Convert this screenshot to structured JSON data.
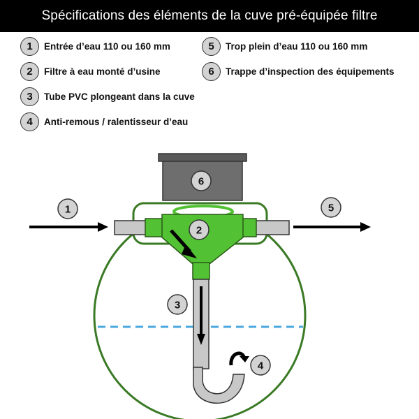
{
  "title": "Spécifications des éléments de la cuve pré-équipée filtre",
  "legend": [
    {
      "num": "1",
      "label": "Entrée d’eau 110 ou 160 mm"
    },
    {
      "num": "2",
      "label": "Filtre à eau monté d’usine"
    },
    {
      "num": "3",
      "label": "Tube PVC plongeant dans la cuve"
    },
    {
      "num": "4",
      "label": "Anti-remous / ralentisseur d’eau"
    },
    {
      "num": "5",
      "label": "Trop plein d’eau 110 ou 160 mm"
    },
    {
      "num": "6",
      "label": "Trappe d’inspection des équipements"
    }
  ],
  "diagram_labels": {
    "inlet": "1",
    "filter": "2",
    "tube": "3",
    "anti_swirl": "4",
    "overflow": "5",
    "hatch": "6"
  },
  "colors": {
    "tank_outline": "#3a7a25",
    "filter_green": "#52c234",
    "pipe_grey": "#c8c8c8",
    "hatch_grey": "#6e6e6e",
    "water_line": "#4aa8de",
    "badge_fill": "#d3d3d3"
  }
}
